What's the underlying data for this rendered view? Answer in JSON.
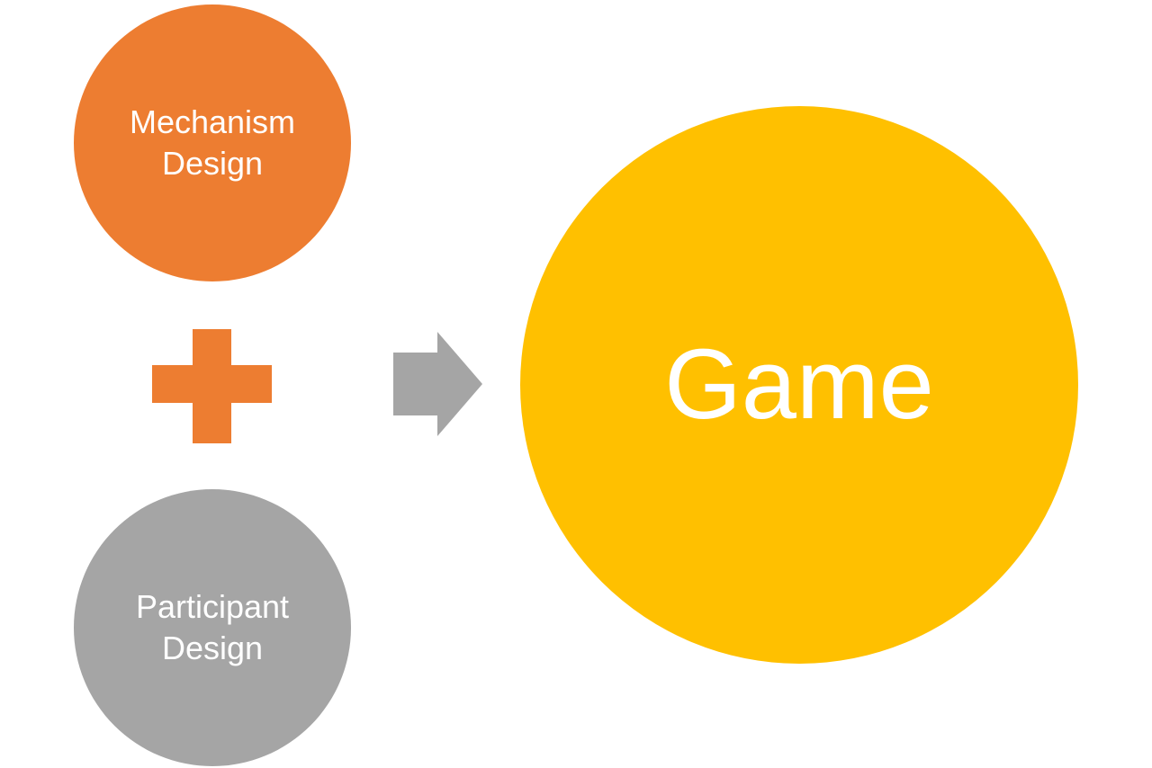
{
  "diagram": {
    "mechanism": {
      "label": "Mechanism\nDesign",
      "color": "#ED7D31"
    },
    "participant": {
      "label": "Participant\nDesign",
      "color": "#A5A5A5"
    },
    "game": {
      "label": "Game",
      "color": "#FFC000"
    },
    "plus": {
      "icon": "plus-icon",
      "color": "#ED7D31"
    },
    "arrow": {
      "icon": "arrow-right-icon",
      "color": "#A5A5A5"
    }
  }
}
